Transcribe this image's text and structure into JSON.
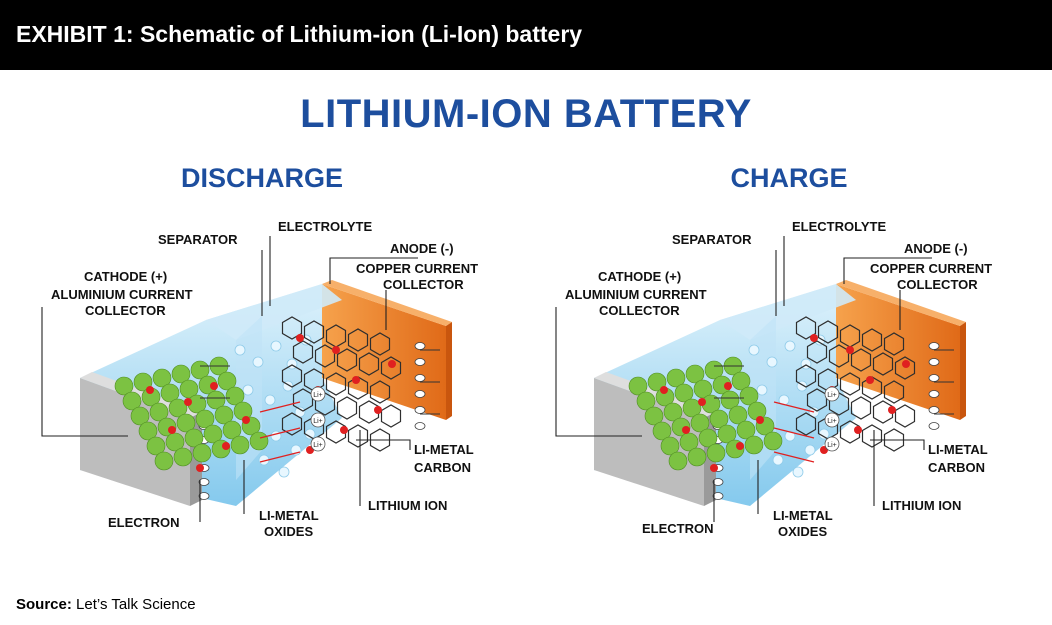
{
  "exhibit_title": "EXHIBIT 1: Schematic of Lithium-ion (Li-Ion) battery",
  "main_title": "LITHIUM-ION BATTERY",
  "ion_symbol": "Li+",
  "colors": {
    "title_blue": "#1d4e9e",
    "collector_orange": "#f08a30",
    "cathode_gray": "#bdbdbd",
    "electrolyte_blue": "#9fd6f2",
    "li_metal_oxide_green": "#7cc242",
    "lithium_ion_red": "#e02020"
  },
  "diagrams": [
    {
      "mode": "DISCHARGE",
      "labels": {
        "separator": "SEPARATOR",
        "electrolyte": "ELECTROLYTE",
        "anode": "ANODE (-)",
        "copper_1": "COPPER CURRENT",
        "copper_2": "COLLECTOR",
        "cathode": "CATHODE (+)",
        "aluminium_1": "ALUMINIUM CURRENT",
        "aluminium_2": "COLLECTOR",
        "li_metal_carbon_1": "LI-METAL",
        "li_metal_carbon_2": "CARBON",
        "lithium_ion": "LITHIUM ION",
        "electron": "ELECTRON",
        "li_metal_oxides_1": "LI-METAL",
        "li_metal_oxides_2": "OXIDES"
      }
    },
    {
      "mode": "CHARGE",
      "labels": {
        "separator": "SEPARATOR",
        "electrolyte": "ELECTROLYTE",
        "anode": "ANODE (-)",
        "copper_1": "COPPER CURRENT",
        "copper_2": "COLLECTOR",
        "cathode": "CATHODE (+)",
        "aluminium_1": "ALUMINIUM CURRENT",
        "aluminium_2": "COLLECTOR",
        "li_metal_carbon_1": "LI-METAL",
        "li_metal_carbon_2": "CARBON",
        "lithium_ion": "LITHIUM ION",
        "electron": "ELECTRON",
        "li_metal_oxides_1": "LI-METAL",
        "li_metal_oxides_2": "OXIDES"
      }
    }
  ],
  "source": {
    "label": "Source:",
    "text": "Let’s Talk Science"
  }
}
